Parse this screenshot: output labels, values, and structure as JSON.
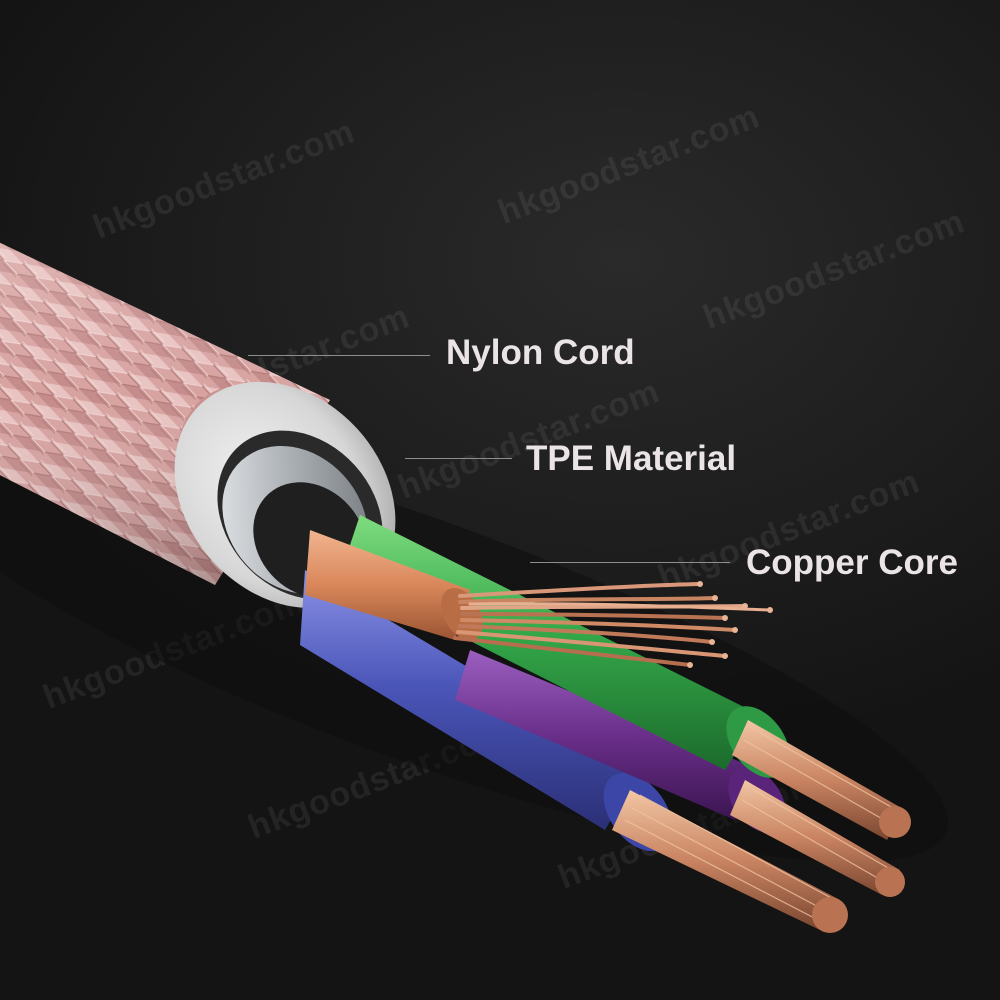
{
  "watermark": "hkgoodstar.com",
  "labels": {
    "nylon": "Nylon Cord",
    "tpe": "TPE Material",
    "copper": "Copper Core"
  },
  "colors": {
    "background": "#1c1c1c",
    "braid": "#d9a8a6",
    "tpe_jacket": "#d2d2d2",
    "foil": "#bfc3c7",
    "wire_orange": "#d98a5e",
    "wire_green": "#35a94a",
    "wire_blue": "#4a55b8",
    "wire_purple": "#6a2f8a",
    "copper": "#c98462",
    "label_text": "#ebe4e6"
  }
}
